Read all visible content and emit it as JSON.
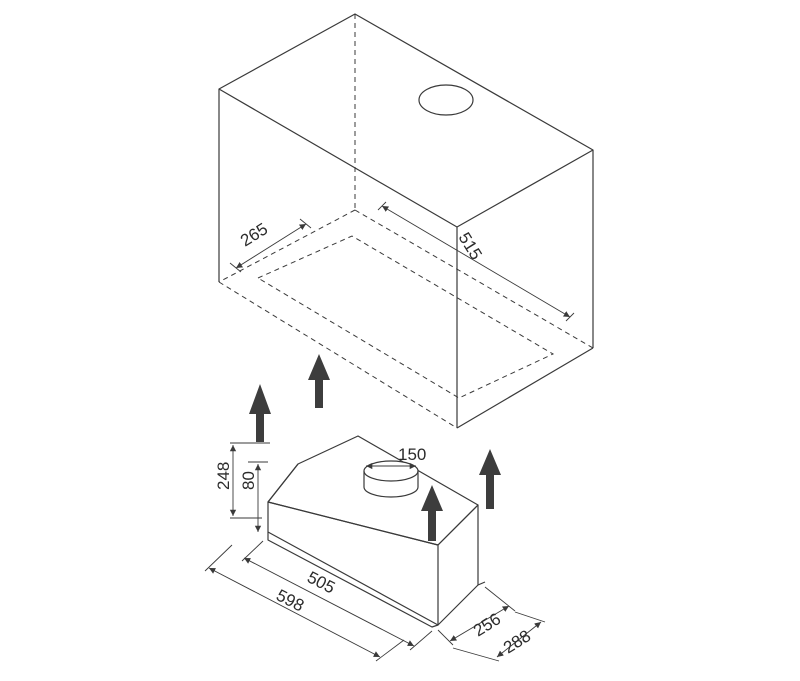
{
  "colors": {
    "line": "#3a3a3a",
    "arrow_fill": "#3d3d3d",
    "background": "#ffffff"
  },
  "cabinet": {
    "depth_cutout": "265",
    "length_cutout": "515"
  },
  "hood": {
    "outlet_diameter": "150",
    "total_height": "248",
    "body_height": "80",
    "inner_width": "505",
    "total_width": "598",
    "inner_depth": "256",
    "total_depth": "288"
  },
  "icons": [
    "up-arrow-icon"
  ]
}
